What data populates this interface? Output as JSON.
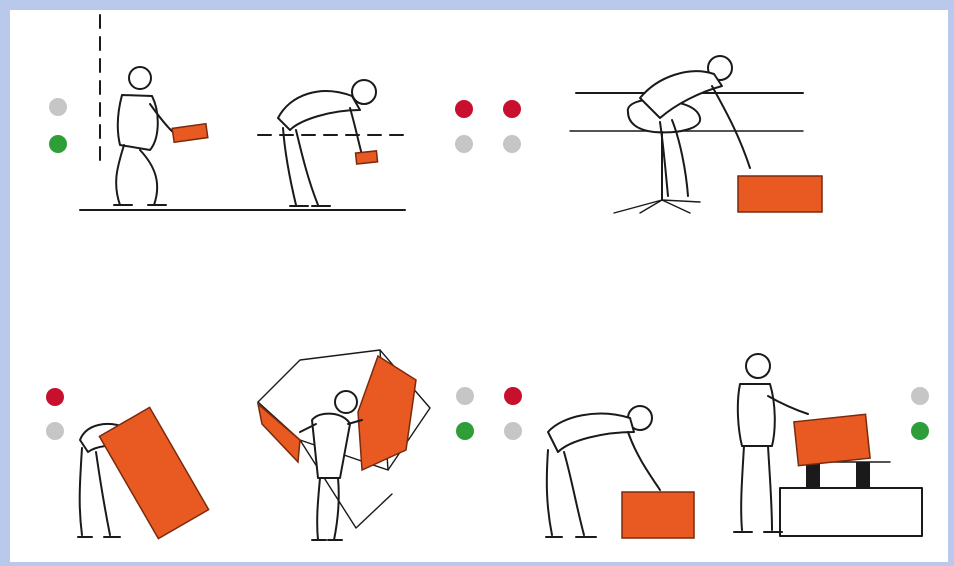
{
  "colors": {
    "background_frame": "#b9c9ec",
    "canvas": "#ffffff",
    "box_fill": "#e85a22",
    "box_stroke": "#7a2a0c",
    "indicator_red": "#c8102e",
    "indicator_green": "#2e9e38",
    "indicator_gray": "#c6c6c6",
    "line": "#1a1a1a"
  },
  "panels": [
    {
      "id": "squat-vs-stoop-lift",
      "figures": [
        "squatting-person-lifting-box",
        "stooping-person-lifting-box"
      ],
      "indicators": {
        "columns": [
          {
            "top": "gray",
            "bottom": "green"
          }
        ]
      }
    },
    {
      "id": "seated-reach-to-floor",
      "figures": [
        "seated-person-reaching-box-on-floor"
      ],
      "indicators": {
        "columns": [
          {
            "top": "red",
            "bottom": "gray"
          },
          {
            "top": "red",
            "bottom": "gray"
          }
        ]
      }
    },
    {
      "id": "carrying-large-panels",
      "figures": [
        "bent-person-carrying-tall-panel",
        "person-carrying-large-sheet-overhead"
      ],
      "indicators": {
        "columns": [
          {
            "top": "red",
            "bottom": "gray"
          }
        ]
      }
    },
    {
      "id": "lift-from-floor-vs-raised-surface",
      "figures": [
        "bent-person-lifting-box-from-floor",
        "upright-person-lifting-box-from-raised-surface"
      ],
      "indicators": {
        "left_columns": [
          {
            "top": "gray",
            "bottom": "green"
          },
          {
            "top": "red",
            "bottom": "gray"
          }
        ],
        "right_columns": [
          {
            "top": "gray",
            "bottom": "green"
          }
        ]
      }
    }
  ]
}
